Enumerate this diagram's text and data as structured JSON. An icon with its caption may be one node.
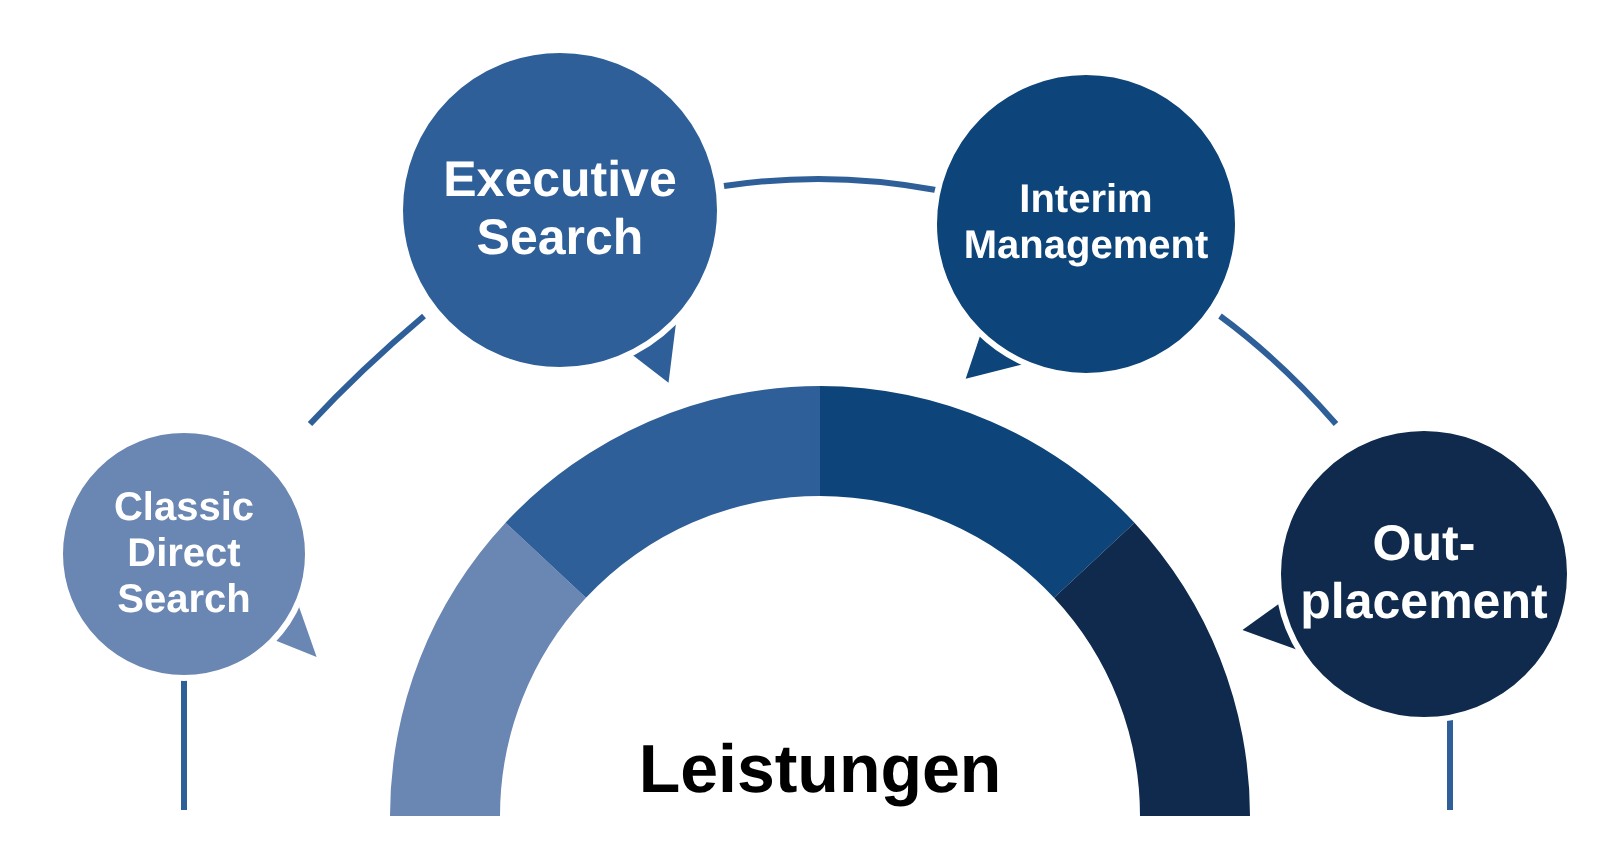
{
  "diagram": {
    "nodes": [
      {
        "text": [
          "Classic Direct Search"
        ]
      },
      {
        "text": [
          "Executive Search"
        ]
      },
      {
        "text": [
          "Interim Management"
        ]
      },
      {
        "text": [
          "Out- placement"
        ]
      }
    ],
    "edges": [
      {
        "from": 0,
        "to": 1,
        "arrow": "none"
      },
      {
        "from": 1,
        "to": 2,
        "arrow": "none"
      },
      {
        "from": 2,
        "to": 3,
        "arrow": "none"
      },
      {
        "from": 0,
        "to": null,
        "arrow": "none"
      },
      {
        "from": 3,
        "to": null,
        "arrow": "none"
      }
    ],
    "labels": [
      "Leistungen"
    ]
  }
}
